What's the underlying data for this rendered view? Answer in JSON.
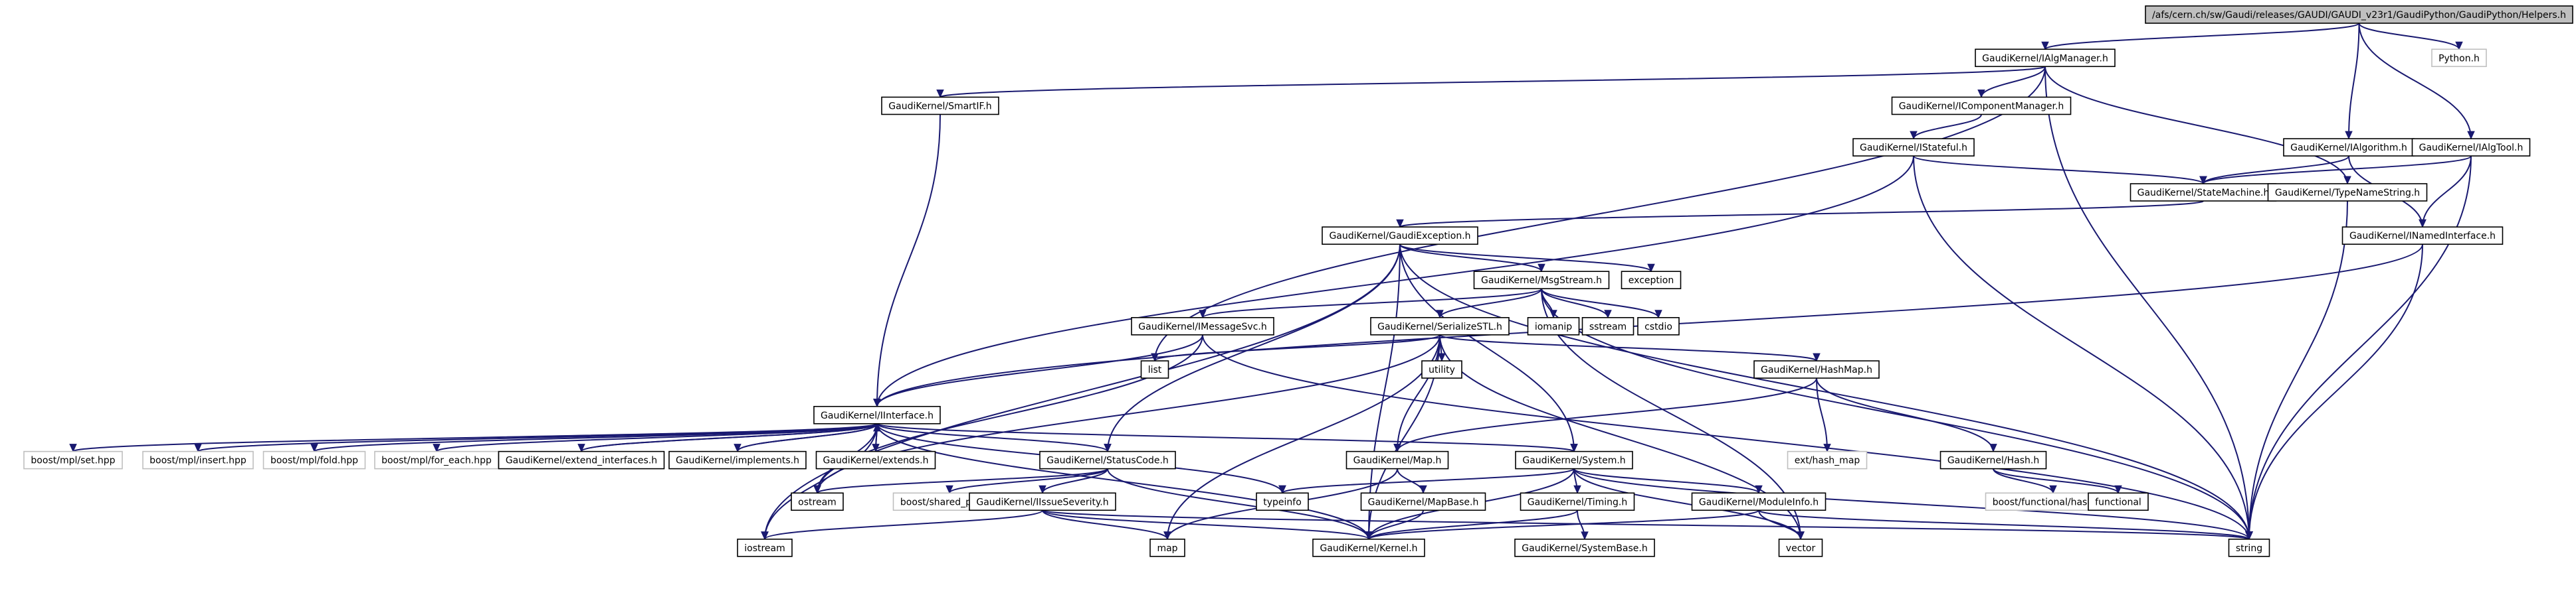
{
  "diagram": {
    "type": "include-dependency-graph",
    "colors": {
      "edge": "#191970",
      "node_border": "#000000",
      "external_border": "#bfbfbf",
      "root_fill": "#bfbfbf",
      "node_fill": "#ffffff",
      "text": "#000000"
    },
    "nodes": [
      {
        "id": "root",
        "label": "/afs/cern.ch/sw/Gaudi/releases/GAUDI/GAUDI_v23r1/GaudiPython/GaudiPython/Helpers.h",
        "kind": "root"
      },
      {
        "id": "python",
        "label": "Python.h",
        "kind": "external"
      },
      {
        "id": "iAlgManager",
        "label": "GaudiKernel/IAlgManager.h",
        "kind": "documented"
      },
      {
        "id": "iAlgorithm",
        "label": "GaudiKernel/IAlgorithm.h",
        "kind": "documented"
      },
      {
        "id": "iAlgTool",
        "label": "GaudiKernel/IAlgTool.h",
        "kind": "documented"
      },
      {
        "id": "smartIF",
        "label": "GaudiKernel/SmartIF.h",
        "kind": "documented"
      },
      {
        "id": "iComponentManager",
        "label": "GaudiKernel/IComponentManager.h",
        "kind": "documented"
      },
      {
        "id": "iStateful",
        "label": "GaudiKernel/IStateful.h",
        "kind": "documented"
      },
      {
        "id": "stateMachine",
        "label": "GaudiKernel/StateMachine.h",
        "kind": "documented"
      },
      {
        "id": "typeNameString",
        "label": "GaudiKernel/TypeNameString.h",
        "kind": "documented"
      },
      {
        "id": "iNamedInterface",
        "label": "GaudiKernel/INamedInterface.h",
        "kind": "documented"
      },
      {
        "id": "gaudiException",
        "label": "GaudiKernel/GaudiException.h",
        "kind": "documented"
      },
      {
        "id": "msgStream",
        "label": "GaudiKernel/MsgStream.h",
        "kind": "documented"
      },
      {
        "id": "exception",
        "label": "exception",
        "kind": "system"
      },
      {
        "id": "iMessageSvc",
        "label": "GaudiKernel/IMessageSvc.h",
        "kind": "documented"
      },
      {
        "id": "serializeSTL",
        "label": "GaudiKernel/SerializeSTL.h",
        "kind": "documented"
      },
      {
        "id": "iomanip",
        "label": "iomanip",
        "kind": "system"
      },
      {
        "id": "sstream",
        "label": "sstream",
        "kind": "system"
      },
      {
        "id": "cstdio",
        "label": "cstdio",
        "kind": "system"
      },
      {
        "id": "list",
        "label": "list",
        "kind": "system"
      },
      {
        "id": "utility",
        "label": "utility",
        "kind": "system"
      },
      {
        "id": "hashMap",
        "label": "GaudiKernel/HashMap.h",
        "kind": "documented"
      },
      {
        "id": "iInterface",
        "label": "GaudiKernel/IInterface.h",
        "kind": "documented"
      },
      {
        "id": "boostSet",
        "label": "boost/mpl/set.hpp",
        "kind": "external"
      },
      {
        "id": "boostInsert",
        "label": "boost/mpl/insert.hpp",
        "kind": "external"
      },
      {
        "id": "boostFold",
        "label": "boost/mpl/fold.hpp",
        "kind": "external"
      },
      {
        "id": "boostForEach",
        "label": "boost/mpl/for_each.hpp",
        "kind": "external"
      },
      {
        "id": "extendInterfaces",
        "label": "GaudiKernel/extend_interfaces.h",
        "kind": "documented"
      },
      {
        "id": "implements",
        "label": "GaudiKernel/implements.h",
        "kind": "documented"
      },
      {
        "id": "extends",
        "label": "GaudiKernel/extends.h",
        "kind": "documented"
      },
      {
        "id": "statusCode",
        "label": "GaudiKernel/StatusCode.h",
        "kind": "documented"
      },
      {
        "id": "map",
        "label": "GaudiKernel/Map.h",
        "kind": "documented"
      },
      {
        "id": "system",
        "label": "GaudiKernel/System.h",
        "kind": "documented"
      },
      {
        "id": "extHashMap",
        "label": "ext/hash_map",
        "kind": "external"
      },
      {
        "id": "hash",
        "label": "GaudiKernel/Hash.h",
        "kind": "documented"
      },
      {
        "id": "ostream",
        "label": "ostream",
        "kind": "system"
      },
      {
        "id": "sharedPtr",
        "label": "boost/shared_ptr.hpp",
        "kind": "external"
      },
      {
        "id": "iIssueSeverity",
        "label": "GaudiKernel/IIssueSeverity.h",
        "kind": "documented"
      },
      {
        "id": "typeinfo",
        "label": "typeinfo",
        "kind": "system"
      },
      {
        "id": "mapBase",
        "label": "GaudiKernel/MapBase.h",
        "kind": "documented"
      },
      {
        "id": "timing",
        "label": "GaudiKernel/Timing.h",
        "kind": "documented"
      },
      {
        "id": "moduleInfo",
        "label": "GaudiKernel/ModuleInfo.h",
        "kind": "documented"
      },
      {
        "id": "boostFunctionalHash",
        "label": "boost/functional/hash.hpp",
        "kind": "external"
      },
      {
        "id": "functional",
        "label": "functional",
        "kind": "system"
      },
      {
        "id": "iostream",
        "label": "iostream",
        "kind": "system"
      },
      {
        "id": "stdmap",
        "label": "map",
        "kind": "system"
      },
      {
        "id": "kernel",
        "label": "GaudiKernel/Kernel.h",
        "kind": "documented"
      },
      {
        "id": "systemBase",
        "label": "GaudiKernel/SystemBase.h",
        "kind": "documented"
      },
      {
        "id": "vector",
        "label": "vector",
        "kind": "system"
      },
      {
        "id": "string",
        "label": "string",
        "kind": "system"
      }
    ],
    "edges": [
      [
        "root",
        "python"
      ],
      [
        "root",
        "iAlgManager"
      ],
      [
        "root",
        "iAlgorithm"
      ],
      [
        "root",
        "iAlgTool"
      ],
      [
        "iAlgManager",
        "smartIF"
      ],
      [
        "iAlgManager",
        "iComponentManager"
      ],
      [
        "iAlgManager",
        "typeNameString"
      ],
      [
        "iAlgManager",
        "list"
      ],
      [
        "iAlgManager",
        "string"
      ],
      [
        "smartIF",
        "iInterface"
      ],
      [
        "iComponentManager",
        "iStateful"
      ],
      [
        "iStateful",
        "iInterface"
      ],
      [
        "iStateful",
        "stateMachine"
      ],
      [
        "iStateful",
        "string"
      ],
      [
        "iAlgorithm",
        "stateMachine"
      ],
      [
        "iAlgorithm",
        "iNamedInterface"
      ],
      [
        "iAlgTool",
        "stateMachine"
      ],
      [
        "iAlgTool",
        "iNamedInterface"
      ],
      [
        "iAlgTool",
        "string"
      ],
      [
        "stateMachine",
        "gaudiException"
      ],
      [
        "typeNameString",
        "string"
      ],
      [
        "iNamedInterface",
        "iInterface"
      ],
      [
        "iNamedInterface",
        "string"
      ],
      [
        "gaudiException",
        "msgStream"
      ],
      [
        "gaudiException",
        "exception"
      ],
      [
        "gaudiException",
        "statusCode"
      ],
      [
        "gaudiException",
        "system"
      ],
      [
        "gaudiException",
        "kernel"
      ],
      [
        "gaudiException",
        "iostream"
      ],
      [
        "gaudiException",
        "string"
      ],
      [
        "msgStream",
        "iMessageSvc"
      ],
      [
        "msgStream",
        "serializeSTL"
      ],
      [
        "msgStream",
        "iomanip"
      ],
      [
        "msgStream",
        "sstream"
      ],
      [
        "msgStream",
        "cstdio"
      ],
      [
        "msgStream",
        "vector"
      ],
      [
        "msgStream",
        "string"
      ],
      [
        "iMessageSvc",
        "iInterface"
      ],
      [
        "iMessageSvc",
        "ostream"
      ],
      [
        "iMessageSvc",
        "string"
      ],
      [
        "serializeSTL",
        "list"
      ],
      [
        "serializeSTL",
        "utility"
      ],
      [
        "serializeSTL",
        "hashMap"
      ],
      [
        "serializeSTL",
        "map"
      ],
      [
        "serializeSTL",
        "ostream"
      ],
      [
        "serializeSTL",
        "stdmap"
      ],
      [
        "serializeSTL",
        "vector"
      ],
      [
        "serializeSTL",
        "kernel"
      ],
      [
        "hashMap",
        "map"
      ],
      [
        "hashMap",
        "extHashMap"
      ],
      [
        "hashMap",
        "hash"
      ],
      [
        "hash",
        "boostFunctionalHash"
      ],
      [
        "hash",
        "functional"
      ],
      [
        "iInterface",
        "boostSet"
      ],
      [
        "iInterface",
        "boostInsert"
      ],
      [
        "iInterface",
        "boostFold"
      ],
      [
        "iInterface",
        "boostForEach"
      ],
      [
        "iInterface",
        "extendInterfaces"
      ],
      [
        "iInterface",
        "implements"
      ],
      [
        "iInterface",
        "extends"
      ],
      [
        "iInterface",
        "statusCode"
      ],
      [
        "iInterface",
        "system"
      ],
      [
        "iInterface",
        "kernel"
      ],
      [
        "iInterface",
        "typeinfo"
      ],
      [
        "iInterface",
        "ostream"
      ],
      [
        "iInterface",
        "iostream"
      ],
      [
        "extendInterfaces",
        "iInterface"
      ],
      [
        "implements",
        "iInterface"
      ],
      [
        "extends",
        "iInterface"
      ],
      [
        "statusCode",
        "ostream"
      ],
      [
        "statusCode",
        "sharedPtr"
      ],
      [
        "statusCode",
        "iIssueSeverity"
      ],
      [
        "statusCode",
        "kernel"
      ],
      [
        "iIssueSeverity",
        "iostream"
      ],
      [
        "iIssueSeverity",
        "stdmap"
      ],
      [
        "iIssueSeverity",
        "kernel"
      ],
      [
        "iIssueSeverity",
        "string"
      ],
      [
        "map",
        "mapBase"
      ],
      [
        "map",
        "stdmap"
      ],
      [
        "mapBase",
        "kernel"
      ],
      [
        "system",
        "typeinfo"
      ],
      [
        "system",
        "timing"
      ],
      [
        "system",
        "moduleInfo"
      ],
      [
        "system",
        "kernel"
      ],
      [
        "system",
        "vector"
      ],
      [
        "system",
        "string"
      ],
      [
        "timing",
        "systemBase"
      ],
      [
        "timing",
        "kernel"
      ],
      [
        "moduleInfo",
        "kernel"
      ],
      [
        "moduleInfo",
        "vector"
      ],
      [
        "moduleInfo",
        "string"
      ]
    ]
  }
}
